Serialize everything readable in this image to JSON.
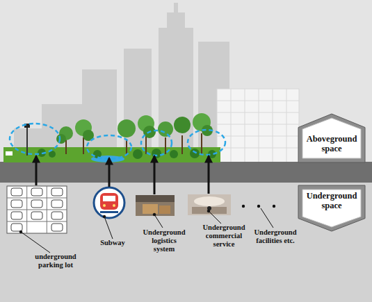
{
  "diagram": {
    "nodes": [
      {
        "text": [
          "Aboveground space"
        ]
      },
      {
        "text": [
          "Underground space"
        ]
      }
    ],
    "labels": [
      "underground parking lot",
      "Subway",
      "Underground logistics system",
      "Underground commercial service",
      "Underground facilities etc."
    ]
  }
}
